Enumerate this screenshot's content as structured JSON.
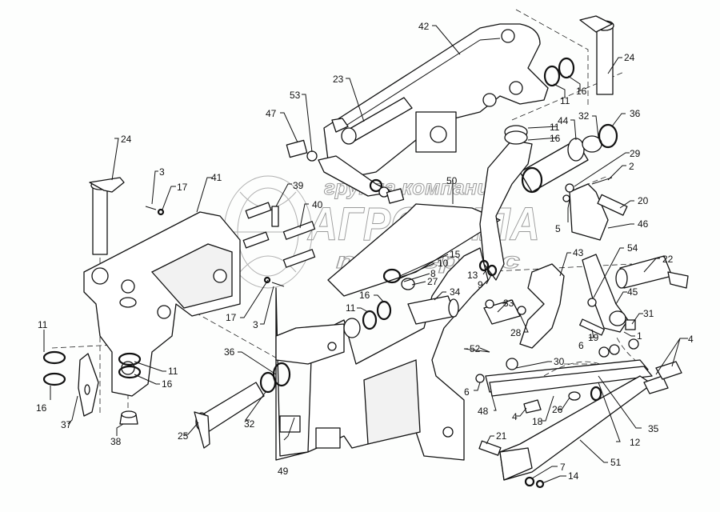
{
  "diagram": {
    "type": "exploded-parts-diagram",
    "background_color": "#fdfefd",
    "line_color": "#111111",
    "watermark": {
      "line1": "группа компаний",
      "line2": "АГРОСИЛА",
      "line3": "техсервис",
      "color": "#9a9a9a"
    },
    "callouts": [
      {
        "id": "c24a",
        "label": "24"
      },
      {
        "id": "c3a",
        "label": "3"
      },
      {
        "id": "c17a",
        "label": "17"
      },
      {
        "id": "c41",
        "label": "41"
      },
      {
        "id": "c42",
        "label": "42"
      },
      {
        "id": "c23",
        "label": "23"
      },
      {
        "id": "c53",
        "label": "53"
      },
      {
        "id": "c47",
        "label": "47"
      },
      {
        "id": "c39",
        "label": "39"
      },
      {
        "id": "c40",
        "label": "40"
      },
      {
        "id": "c50",
        "label": "50"
      },
      {
        "id": "c24b",
        "label": "24"
      },
      {
        "id": "c16a",
        "label": "16"
      },
      {
        "id": "c11a",
        "label": "11"
      },
      {
        "id": "c11b",
        "label": "11"
      },
      {
        "id": "c16b",
        "label": "16"
      },
      {
        "id": "c44",
        "label": "44"
      },
      {
        "id": "c32a",
        "label": "32"
      },
      {
        "id": "c36a",
        "label": "36"
      },
      {
        "id": "c29",
        "label": "29"
      },
      {
        "id": "c2",
        "label": "2"
      },
      {
        "id": "c20",
        "label": "20"
      },
      {
        "id": "c5",
        "label": "5"
      },
      {
        "id": "c46",
        "label": "46"
      },
      {
        "id": "c15",
        "label": "15"
      },
      {
        "id": "c10",
        "label": "10"
      },
      {
        "id": "c8",
        "label": "8"
      },
      {
        "id": "c27",
        "label": "27"
      },
      {
        "id": "c13",
        "label": "13"
      },
      {
        "id": "c9",
        "label": "9"
      },
      {
        "id": "c54",
        "label": "54"
      },
      {
        "id": "c43",
        "label": "43"
      },
      {
        "id": "c22",
        "label": "22"
      },
      {
        "id": "c45",
        "label": "45"
      },
      {
        "id": "c31",
        "label": "31"
      },
      {
        "id": "c33",
        "label": "33"
      },
      {
        "id": "c28",
        "label": "28"
      },
      {
        "id": "c19",
        "label": "19"
      },
      {
        "id": "c1",
        "label": "1"
      },
      {
        "id": "c34",
        "label": "34"
      },
      {
        "id": "c16c",
        "label": "16"
      },
      {
        "id": "c11c",
        "label": "11"
      },
      {
        "id": "c17b",
        "label": "17"
      },
      {
        "id": "c3b",
        "label": "3"
      },
      {
        "id": "c36b",
        "label": "36"
      },
      {
        "id": "c11d",
        "label": "11"
      },
      {
        "id": "c16d",
        "label": "16"
      },
      {
        "id": "c11e",
        "label": "11"
      },
      {
        "id": "c16e",
        "label": "16"
      },
      {
        "id": "c37",
        "label": "37"
      },
      {
        "id": "c38",
        "label": "38"
      },
      {
        "id": "c25",
        "label": "25"
      },
      {
        "id": "c32b",
        "label": "32"
      },
      {
        "id": "c49",
        "label": "49"
      },
      {
        "id": "c52",
        "label": "52"
      },
      {
        "id": "c6a",
        "label": "6"
      },
      {
        "id": "c6b",
        "label": "6"
      },
      {
        "id": "c30",
        "label": "30"
      },
      {
        "id": "c4a",
        "label": "4"
      },
      {
        "id": "c4b",
        "label": "4"
      },
      {
        "id": "c48",
        "label": "48"
      },
      {
        "id": "c18",
        "label": "18"
      },
      {
        "id": "c26",
        "label": "26"
      },
      {
        "id": "c35",
        "label": "35"
      },
      {
        "id": "c12",
        "label": "12"
      },
      {
        "id": "c21",
        "label": "21"
      },
      {
        "id": "c51",
        "label": "51"
      },
      {
        "id": "c7",
        "label": "7"
      },
      {
        "id": "c14",
        "label": "14"
      }
    ]
  }
}
